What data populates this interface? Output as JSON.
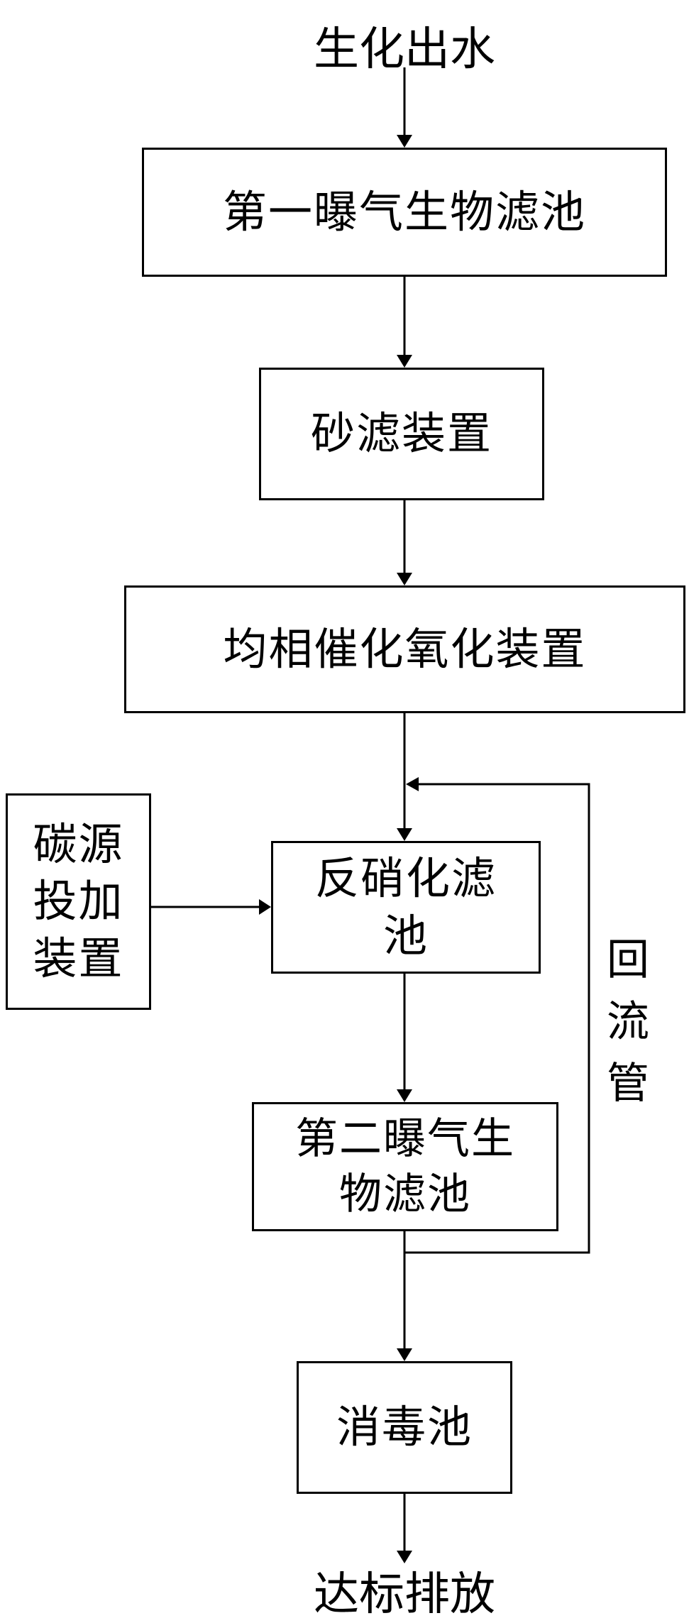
{
  "flow": {
    "source": "生化出水",
    "step_1": "第一曝气生物滤池",
    "step_2": "砂滤装置",
    "step_3": "均相催化氧化装置",
    "step_4_line1": "反硝化滤",
    "step_4_line2": "池",
    "step_5_line1": "第二曝气生",
    "step_5_line2": "物滤池",
    "step_6": "消毒池",
    "output": "达标排放"
  },
  "carbon_source": {
    "line1": "碳源",
    "line2": "投加",
    "line3": "装置"
  },
  "return_pipe": {
    "char1": "回",
    "char2": "流",
    "char3": "管"
  }
}
